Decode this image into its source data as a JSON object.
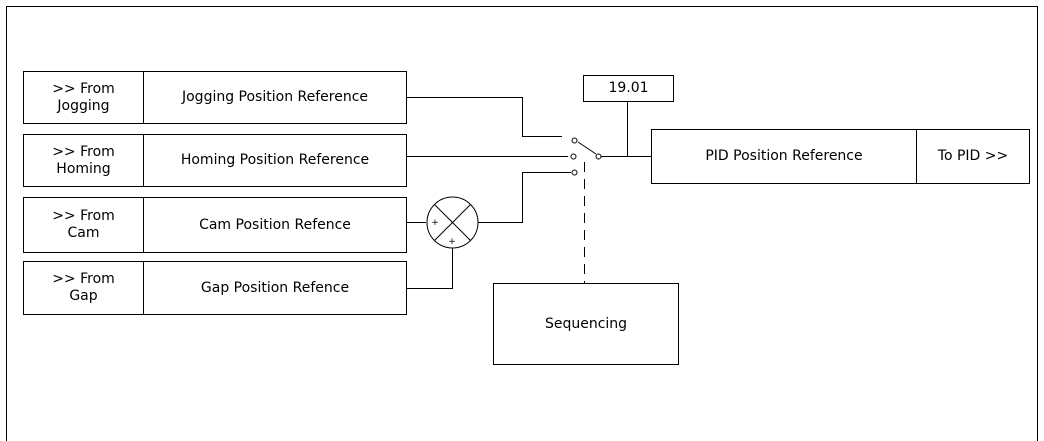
{
  "sources": [
    {
      "from_label": ">> From\nJogging",
      "name": "Jogging Position Reference"
    },
    {
      "from_label": ">> From\nHoming",
      "name": "Homing Position Reference"
    },
    {
      "from_label": ">> From\nCam",
      "name": "Cam Position Refence"
    },
    {
      "from_label": ">> From\nGap",
      "name": "Gap Position Refence"
    }
  ],
  "selector_param": "19.01",
  "output": {
    "name": "PID Position Reference",
    "to_label": "To PID >>"
  },
  "sequencing": "Sequencing",
  "summer": {
    "sign_top": "+",
    "sign_bottom": "+"
  },
  "colors": {
    "line": "#000000",
    "background": "#ffffff"
  }
}
